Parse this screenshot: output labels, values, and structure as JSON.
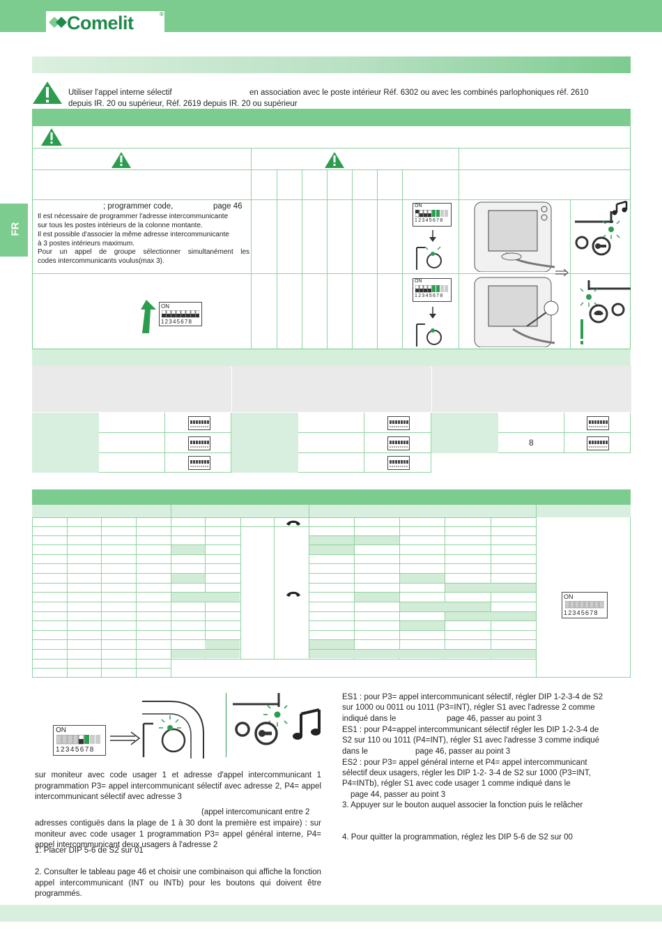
{
  "brand": {
    "name": "Comelit",
    "trademark": "®",
    "primary_color": "#7ccb8f",
    "logo_color": "#1f8a4a"
  },
  "side_tab": {
    "label": "FR"
  },
  "warning": {
    "icon": "warning-triangle-icon",
    "line1a": "Utiliser l'appel interne sélectif",
    "line1b": "en association avec le poste intérieur Réf. 6302 ou avec les combinés parlophoniques réf. 2610",
    "line2": "depuis IR. 20 ou supérieur, Réf. 2619 depuis IR. 20 ou supérieur"
  },
  "prog_table": {
    "row1_head": "; programmer code,",
    "row1_page": "page 46",
    "row1_body": [
      "Il est nécessaire de programmer l'adresse intercommunicante",
      "sur tous les postes intérieurs de la colonne montante.",
      "Il est possible d'associer la même adresse intercommunicante",
      "à 3 postes intérieurs maximum.",
      "Pour un appel de groupe sélectionner simultanément les",
      "codes intercommunicants voulus(max 3)."
    ],
    "dip_on": "ON",
    "dip_numbers": "12345678"
  },
  "address_grid": {
    "value": "8"
  },
  "big_table": {
    "handset_icon": "handset-icon"
  },
  "dip_big": {
    "on": "ON",
    "numbers": "12345678"
  },
  "bottom_left": {
    "dip_on": "ON",
    "dip_numbers": "12345678",
    "p1": "sur moniteur avec code usager 1 et adresse d'appel intercommunicant 1 programmation P3= appel intercommunicant sélectif avec adresse 2, P4= appel intercommunicant sélectif avec adresse 3",
    "p2a": "(appel intercomunicant entre 2",
    "p2b": "adresses contiguës dans la plage de 1 à 30 dont la première est impaire) : sur moniteur avec code usager 1 programmation P3= appel général interne, P4= appel intercommunicant deux usagers à l'adresse 2",
    "step1": "1. Placer DIP 5-6 de S2 sur 01",
    "step2": "2. Consulter le tableau page 46 et choisir une combinaison qui affiche la fonction appel intercommunicant (INT ou INTb) pour les boutons qui doivent être programmés."
  },
  "bottom_right": {
    "es1a_1": "ES1 : pour P3= appel intercommunicant sélectif, régler DIP 1-2-3-4 de S2",
    "es1a_2": "sur 1000 ou 0011 ou 1011 (P3=INT), régler S1 avec l'adresse 2 comme",
    "es1a_3a": "indiqué dans le",
    "es1a_3b": "page 46, passer au point 3",
    "es1b_1": "ES1 : pour P4=appel intercommunicant sélectif régler les DIP 1-2-3-4 de",
    "es1b_2": "S2 sur 110 ou 1011 (P4=INT), régler S1 avec l'adresse 3 comme indiqué",
    "es1b_3a": "dans le",
    "es1b_3b": "page 46, passer au point 3",
    "es2_1": "ES2 : pour P3= appel général interne et P4= appel intercommunicant",
    "es2_2": "sélectif deux usagers, régler les DIP 1-2- 3-4 de S2 sur 1000 (P3=INT,",
    "es2_3": "P4=INTb), régler S1 avec code usager 1 comme indiqué dans le",
    "es2_4": "page 44, passer au point 3",
    "step3": "3. Appuyer sur le bouton auquel associer la fonction puis le relâcher",
    "step4": "4. Pour quitter la programmation, réglez les DIP 5-6 de S2 sur 00"
  }
}
